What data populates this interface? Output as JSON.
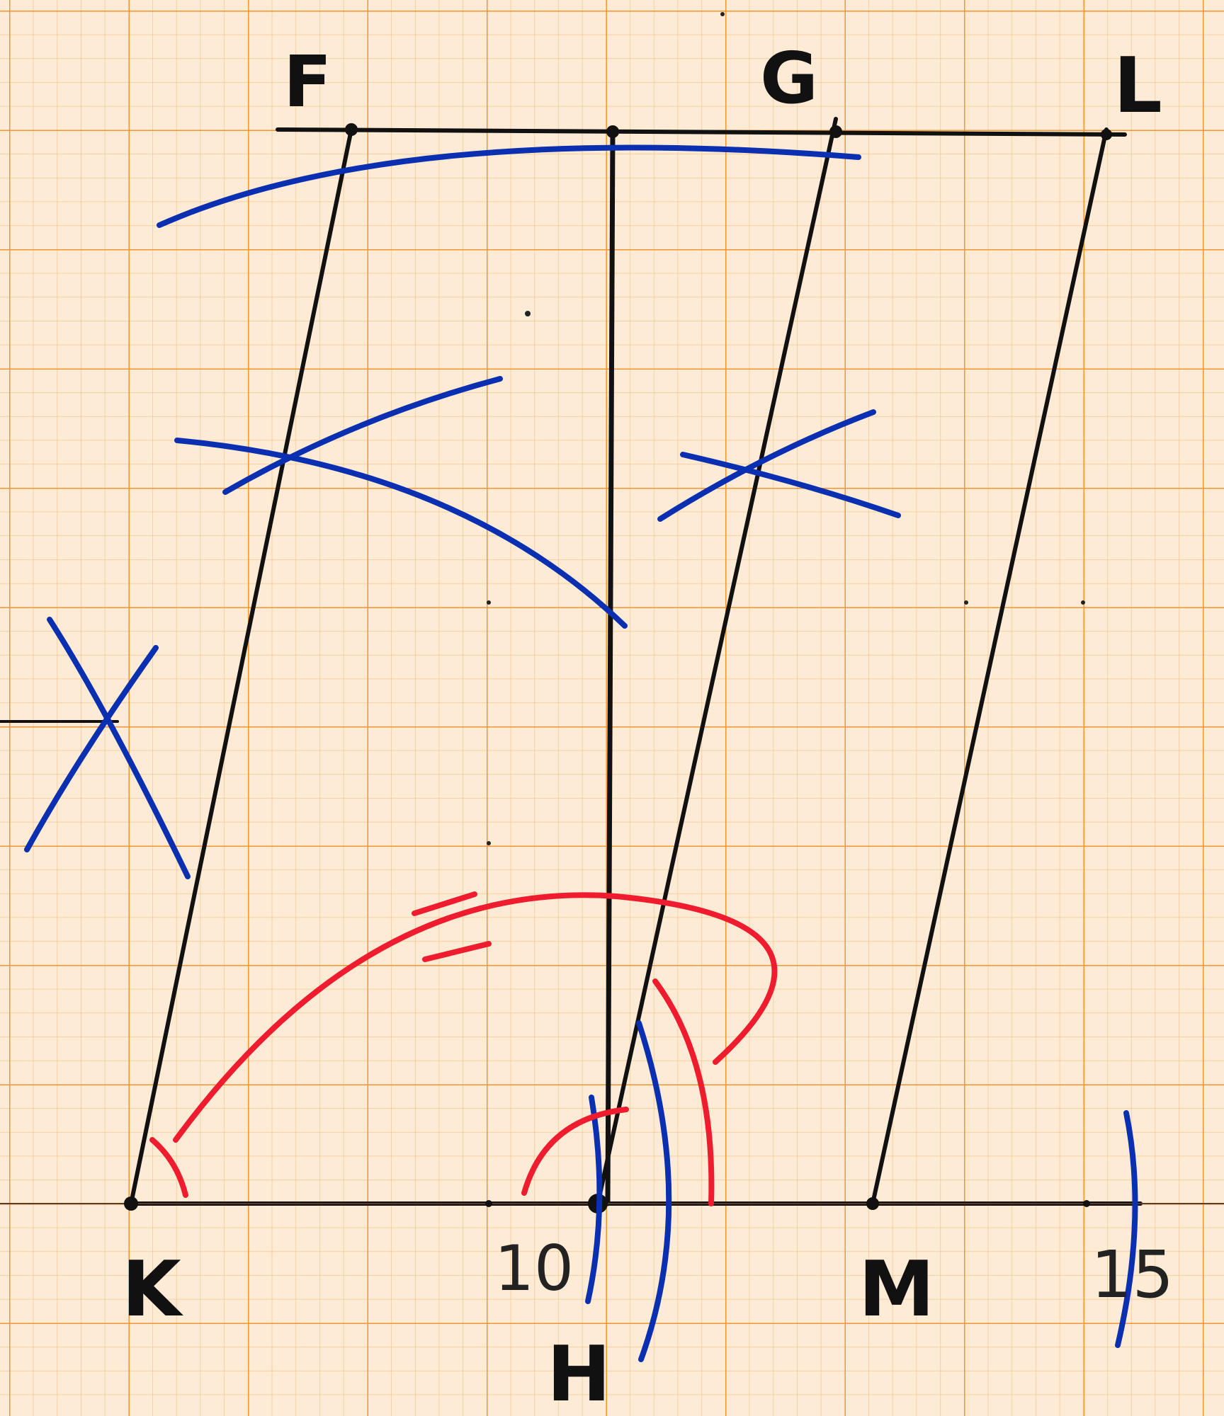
{
  "labels": {
    "F": "F",
    "G": "G",
    "L": "L",
    "K": "K",
    "H": "H",
    "M": "M"
  },
  "ticks": {
    "ten": "10",
    "fifteen": "15"
  },
  "colors": {
    "paper": "#fdebd6",
    "grid_minor": "#f7b56a",
    "grid_major": "#f39a2f",
    "ink": "#111111",
    "blue": "#0a2fb0",
    "red": "#ee1c2e"
  }
}
